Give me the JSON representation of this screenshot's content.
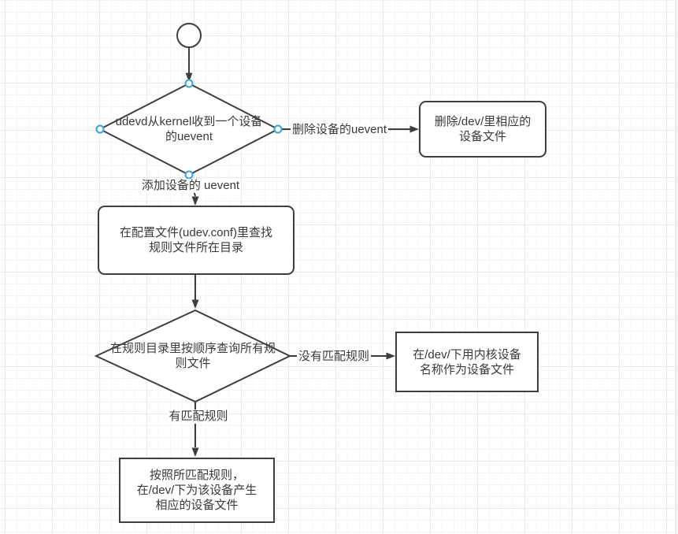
{
  "canvas": {
    "tool": "diagram-grid-canvas"
  },
  "colors": {
    "bg": "#ffffff",
    "stroke": "#3e3e3e",
    "text": "#3a3a3a",
    "handle": "#34a1e4",
    "grid_minor": "#f4f4f4",
    "grid_major": "#e9e9e9"
  },
  "nodes": {
    "start": {
      "type": "circle"
    },
    "decision_uevent": {
      "type": "diamond",
      "lines": [
        "udevd从kernel收到一个设备",
        "的uevent"
      ]
    },
    "process_delete": {
      "type": "rounded-rect",
      "lines": [
        "删除/dev/里相应的",
        "设备文件"
      ]
    },
    "process_config": {
      "type": "rounded-rect",
      "lines": [
        "在配置文件(udev.conf)里查找",
        "规则文件所在目录"
      ]
    },
    "decision_rules": {
      "type": "diamond",
      "lines": [
        "在规则目录里按顺序查询所有规",
        "则文件"
      ]
    },
    "process_kernel_name": {
      "type": "rect",
      "lines": [
        "在/dev/下用内核设备",
        "名称作为设备文件"
      ]
    },
    "process_create": {
      "type": "rect",
      "lines": [
        "按照所匹配规则，",
        "在/dev/下为该设备产生",
        "相应的设备文件"
      ]
    }
  },
  "edge_labels": {
    "delete_uevent": "删除设备的uevent",
    "add_uevent": "添加设备的 uevent",
    "no_match": "没有匹配规则",
    "has_match": "有匹配规则"
  }
}
